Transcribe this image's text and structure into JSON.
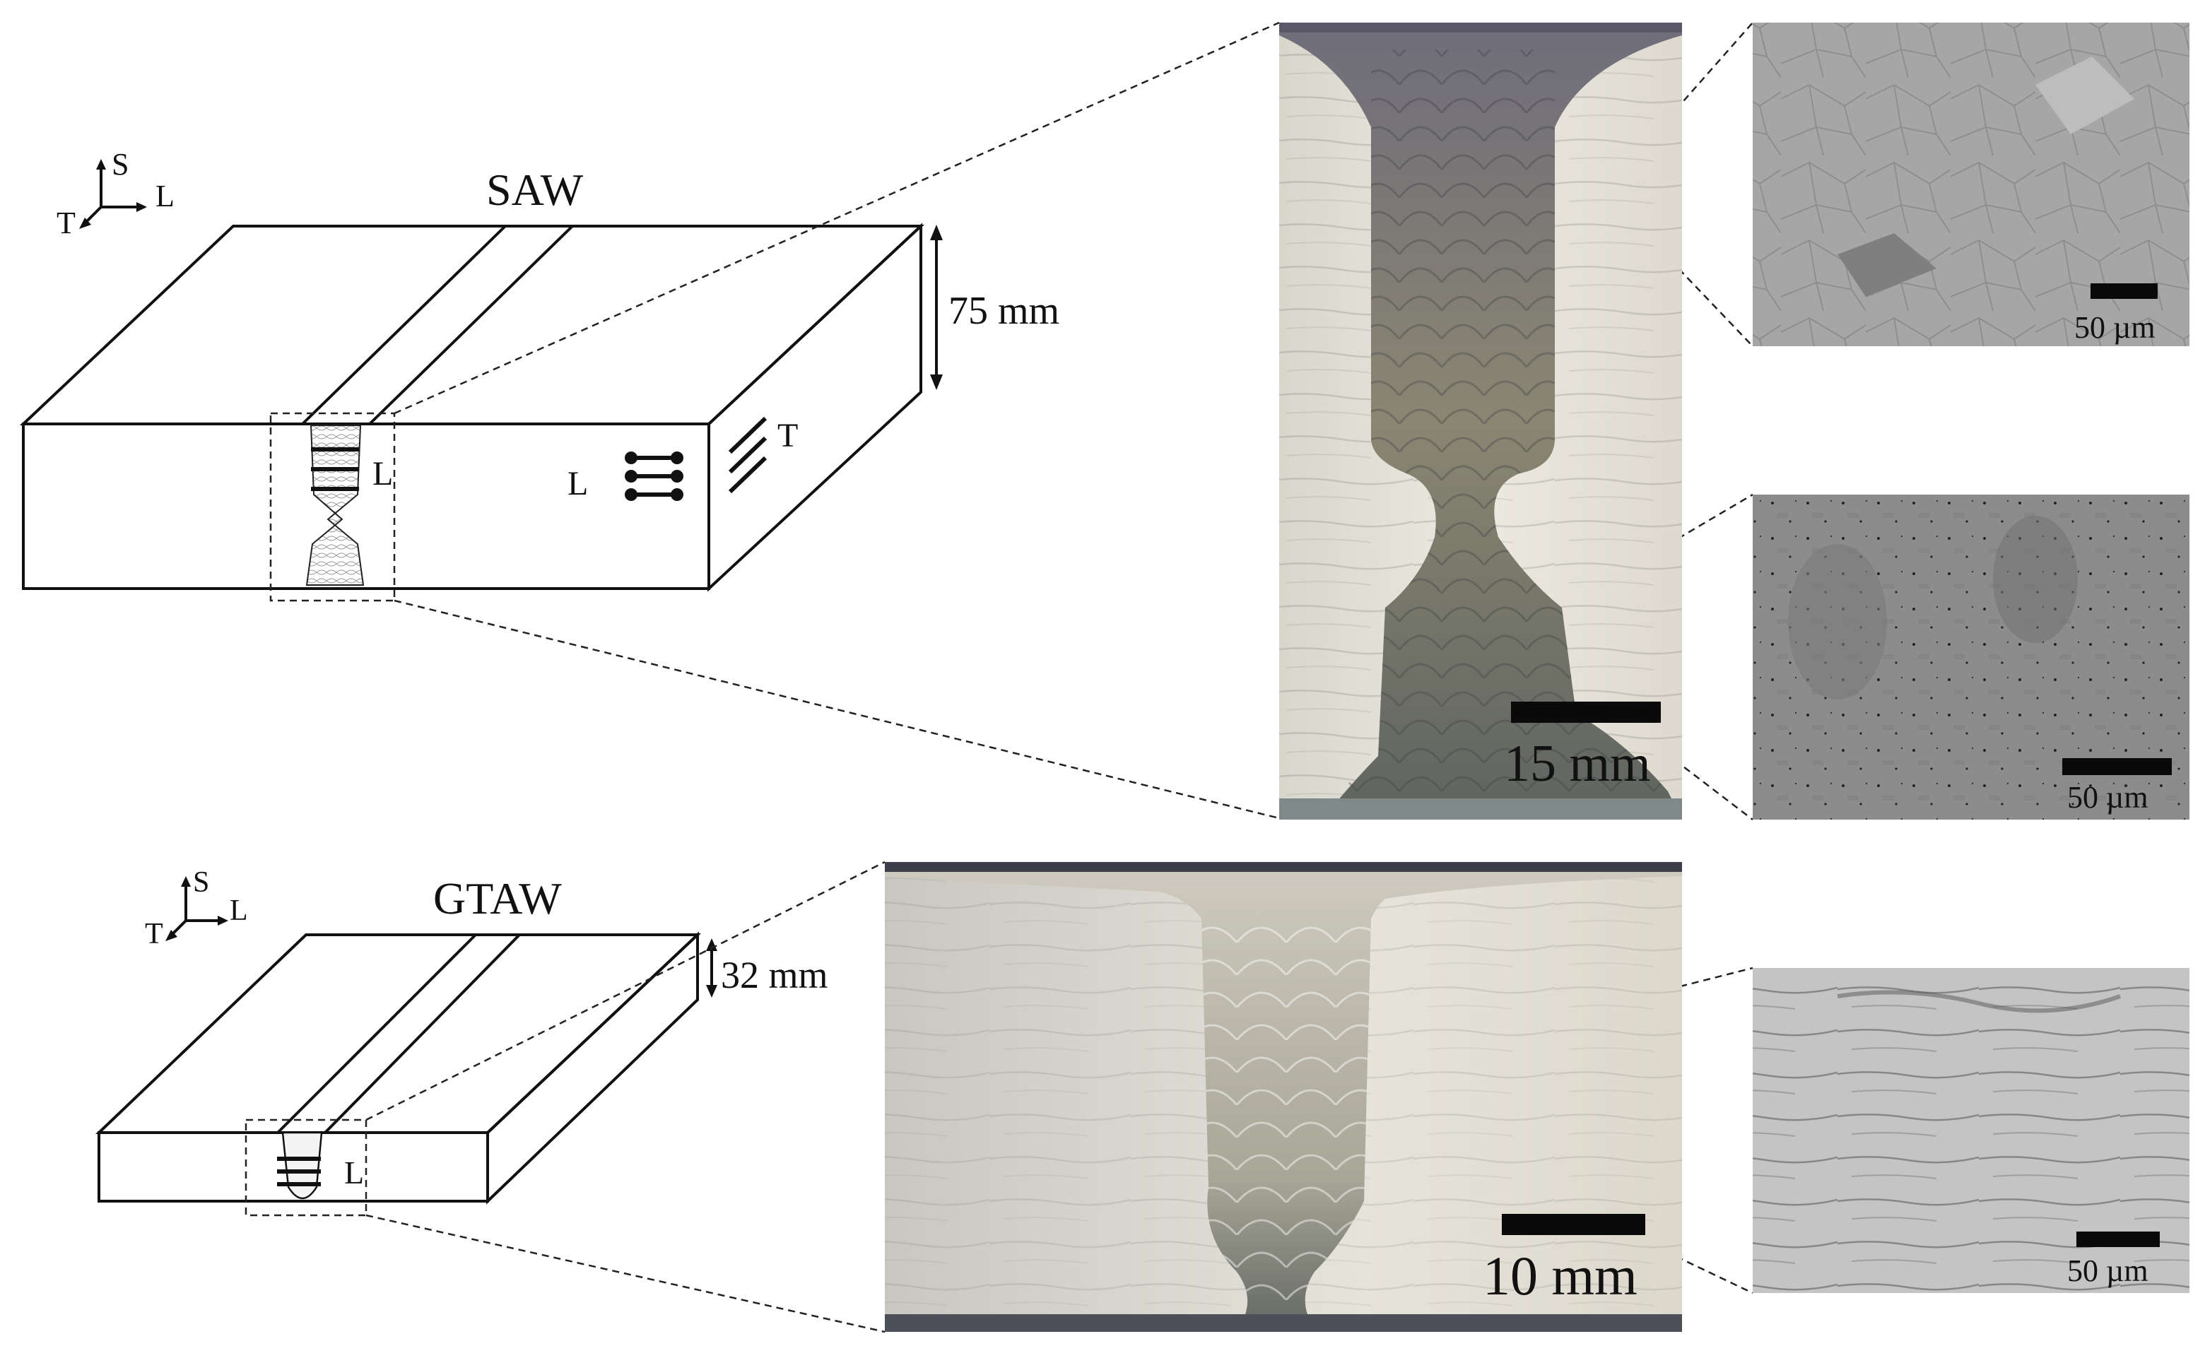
{
  "saw": {
    "title": "SAW",
    "axes": {
      "s": "S",
      "l": "L",
      "t": "T"
    },
    "thickness": "75 mm",
    "inset_label_l": "L",
    "side_label_l": "L",
    "side_label_t": "T",
    "macro_scale": "15 mm",
    "micro_scales": [
      "50 µm",
      "50 µm"
    ]
  },
  "gtaw": {
    "title": "GTAW",
    "axes": {
      "s": "S",
      "l": "L",
      "t": "T"
    },
    "thickness": "32 mm",
    "inset_label_l": "L",
    "macro_scale": "10 mm",
    "micro_scales": [
      "50 µm"
    ]
  },
  "colors": {
    "line": "#111111",
    "macro_base": "#e7e4db",
    "micro_saw_top": "#a8a8a8",
    "micro_saw_bottom": "#8a8a8a",
    "micro_gtaw": "#c4c4c4"
  }
}
